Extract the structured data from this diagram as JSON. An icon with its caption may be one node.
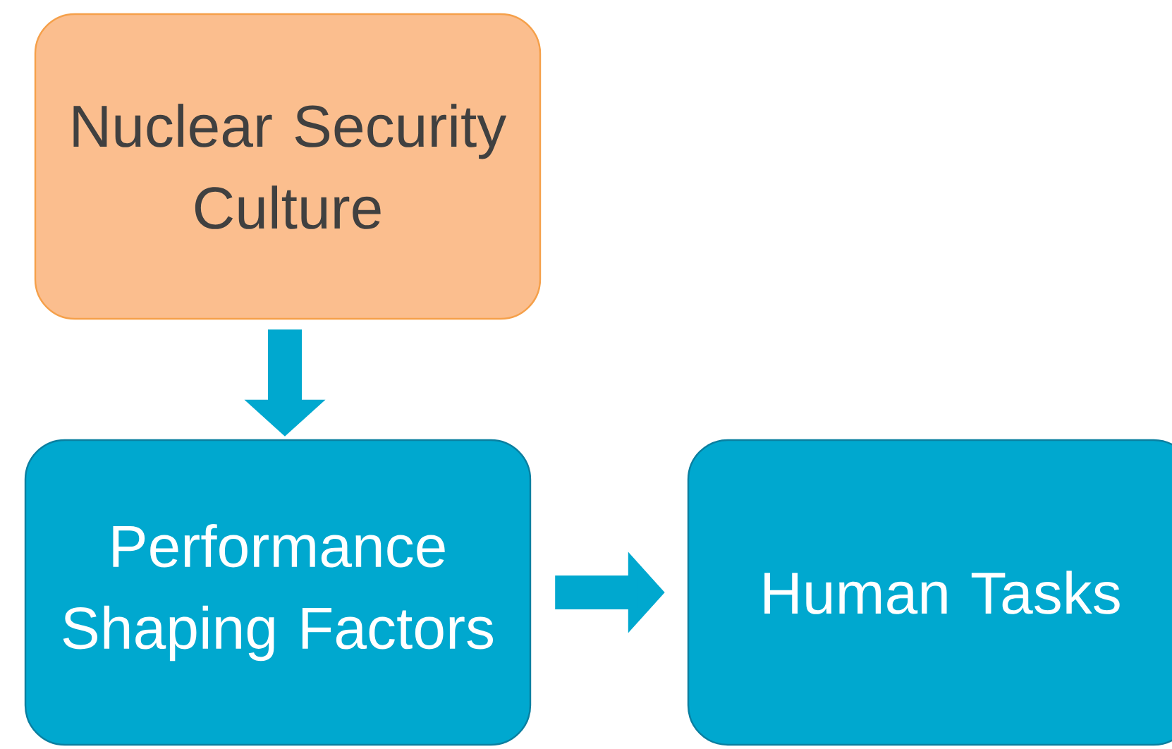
{
  "diagram": {
    "nodes": [
      {
        "text": [
          "Nuclear Security Culture"
        ]
      },
      {
        "text": [
          "Performance Shaping Factors"
        ]
      },
      {
        "text": [
          "Human Tasks"
        ]
      }
    ],
    "edges": [
      {
        "from": 0,
        "to": 1,
        "arrow": "to"
      },
      {
        "from": 1,
        "to": 2,
        "arrow": "to"
      }
    ]
  }
}
